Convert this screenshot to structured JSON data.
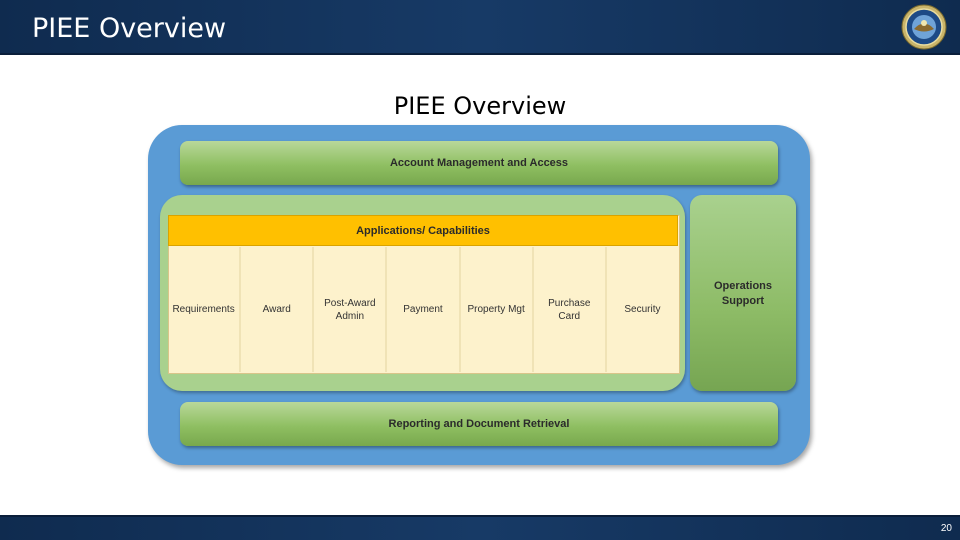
{
  "header": {
    "title": "PIEE Overview"
  },
  "slide": {
    "title": "PIEE Overview"
  },
  "diagram": {
    "top_bar": "Account Management and Access",
    "applications": {
      "header": "Applications/ Capabilities",
      "capabilities": [
        "Requirements",
        "Award",
        "Post-Award\nAdmin",
        "Payment",
        "Property Mgt",
        "Purchase\nCard",
        "Security"
      ]
    },
    "operations": "Operations\nSupport",
    "bottom_bar": "Reporting and Document Retrieval"
  },
  "footer": {
    "page_number": "20"
  },
  "colors": {
    "header_bg": "#173a66",
    "outer_box": "#5a9bd5",
    "green_panel": "#a9d18e",
    "apps_header": "#ffc000",
    "apps_body": "#fdf2cc"
  }
}
